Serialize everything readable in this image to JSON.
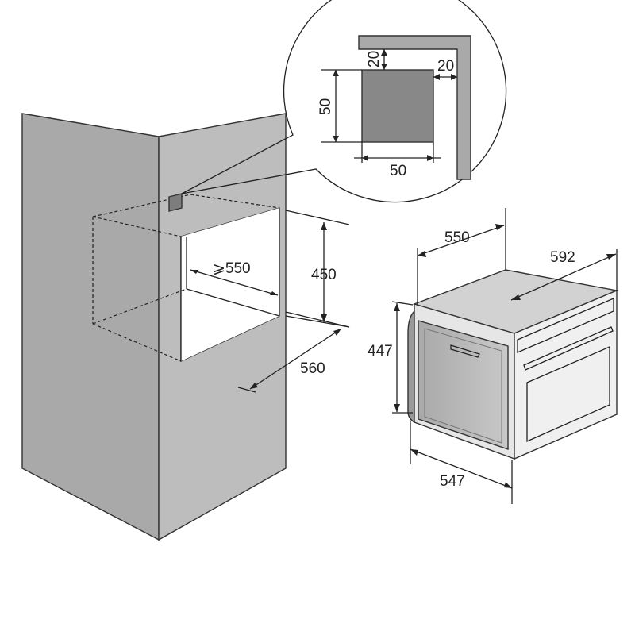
{
  "colors": {
    "cabinet_front": "#bdbdbd",
    "cabinet_side": "#a8a8a8",
    "cabinet_top": "#d0d0d0",
    "vent_square": "#888888",
    "oven_body": "#e8e8e8",
    "oven_door": "#b8b8b8",
    "oven_window": "#4a4a4a",
    "outline": "#333333"
  },
  "detail_callout": {
    "vent_height_gap": "20",
    "vent_side_gap": "20",
    "vent_height": "50",
    "vent_width": "50"
  },
  "niche_dimensions": {
    "depth_min": "⩾550",
    "height": "450",
    "width": "560"
  },
  "appliance_dimensions": {
    "depth": "550",
    "width": "592",
    "height": "447",
    "body_width": "547"
  }
}
